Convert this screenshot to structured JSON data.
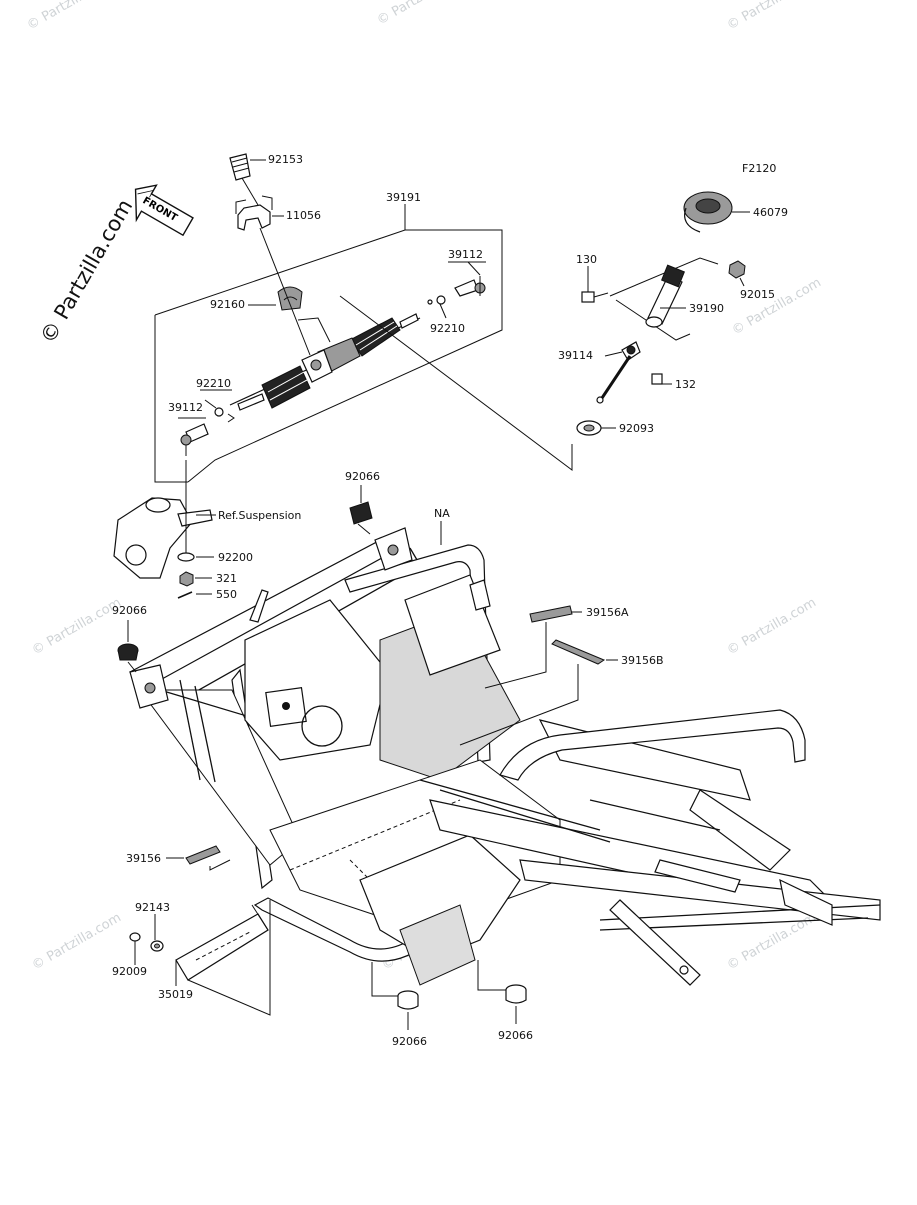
{
  "diagram": {
    "figure_code": "F2120",
    "brand_watermark": "© Partzilla.com",
    "front_label": "FRONT",
    "ref_label": "Ref.Suspension",
    "na_label": "NA",
    "labels": {
      "p92153": "92153",
      "p11056": "11056",
      "p39191": "39191",
      "p39112_r": "39112",
      "p92160": "92160",
      "p92210_r": "92210",
      "p92210_l": "92210",
      "p39112_l": "39112",
      "p46079": "46079",
      "p130": "130",
      "p92015": "92015",
      "p39190": "39190",
      "p39114": "39114",
      "p132": "132",
      "p92093": "92093",
      "p92066_top": "92066",
      "p92200": "92200",
      "p321": "321",
      "p550": "550",
      "p92066_left": "92066",
      "p39156A": "39156A",
      "p39156B": "39156B",
      "p39156": "39156",
      "p92143": "92143",
      "p92009": "92009",
      "p35019": "35019",
      "p92066_bl": "92066",
      "p92066_br": "92066"
    }
  }
}
